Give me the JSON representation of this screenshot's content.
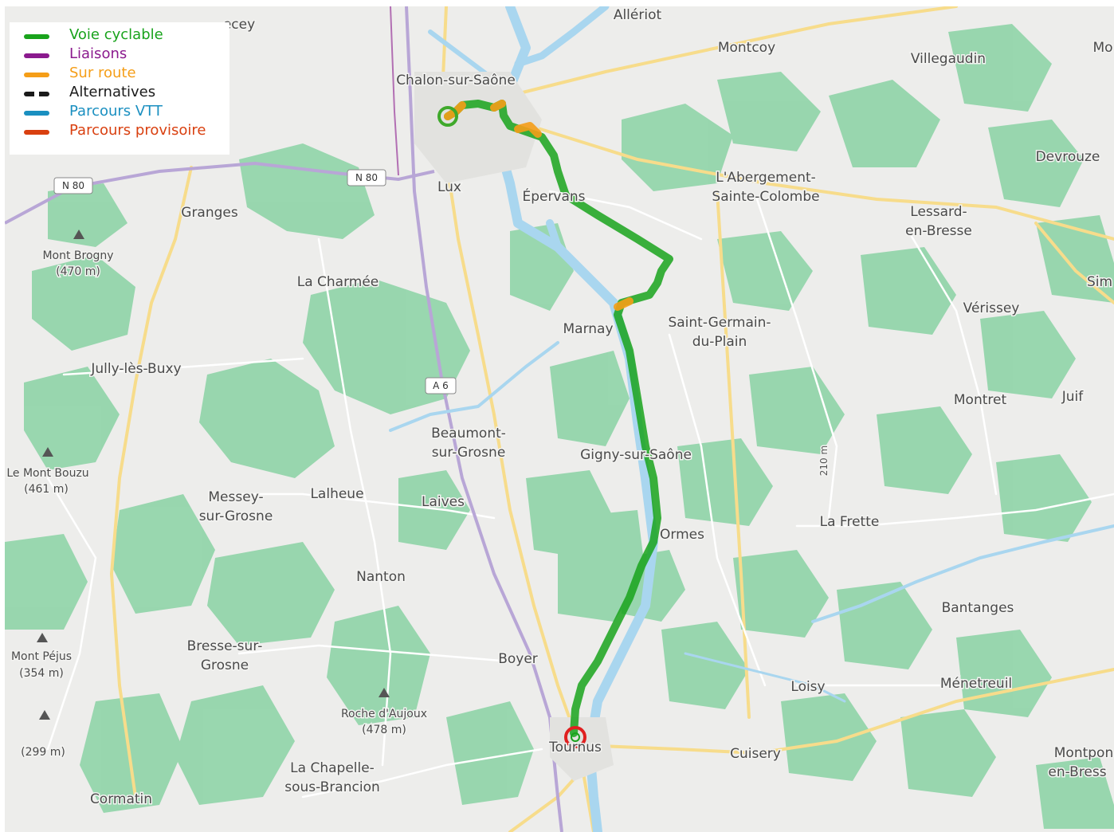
{
  "legend": [
    {
      "label": "Voie cyclable",
      "color": "#19a31c",
      "style": "solid"
    },
    {
      "label": "Liaisons",
      "color": "#8b1a8e",
      "style": "solid"
    },
    {
      "label": "Sur route",
      "color": "#f59e18",
      "style": "solid"
    },
    {
      "label": "Alternatives",
      "color": "#1a1a1a",
      "style": "dashed"
    },
    {
      "label": "Parcours VTT",
      "color": "#1a8fc0",
      "style": "solid"
    },
    {
      "label": "Parcours provisoire",
      "color": "#d94010",
      "style": "solid"
    }
  ],
  "places": {
    "alleriot": "Allériot",
    "ecey": "ecey",
    "montcoy": "Montcoy",
    "villegaudin": "Villegaudin",
    "mo": "Mo",
    "chalon": "Chalon-sur-Saône",
    "devrouze": "Devrouze",
    "abergement_1": "L'Abergement-",
    "abergement_2": "Sainte-Colombe",
    "lux": "Lux",
    "epervans": "Épervans",
    "lessard_1": "Lessard-",
    "lessard_2": "en-Bresse",
    "granges": "Granges",
    "la_charmee": "La Charmée",
    "sim": "Sim",
    "verissey": "Vérissey",
    "marnay": "Marnay",
    "st_germain_1": "Saint-Germain-",
    "st_germain_2": "du-Plain",
    "jully": "Jully-lès-Buxy",
    "montret": "Montret",
    "juif": "Juif",
    "beaumont_1": "Beaumont-",
    "beaumont_2": "sur-Grosne",
    "gigny": "Gigny-sur-Saône",
    "messey_1": "Messey-",
    "messey_2": "sur-Grosne",
    "lalheue": "Lalheue",
    "laives": "Laives",
    "la_frette": "La Frette",
    "ormes": "Ormes",
    "nanton": "Nanton",
    "bantanges": "Bantanges",
    "bresse_1": "Bresse-sur-",
    "bresse_2": "Grosne",
    "boyer": "Boyer",
    "loisy": "Loisy",
    "menetreuil": "Ménetreuil",
    "tournus": "Tournus",
    "cuisery": "Cuisery",
    "montpon_1": "Montpon",
    "montpon_2": "en-Bress",
    "la_chapelle_1": "La Chapelle-",
    "la_chapelle_2": "sous-Brancion",
    "cormatin": "Cormatin"
  },
  "peaks": {
    "brogny_name": "Mont Brogny",
    "brogny_alt": "(470 m)",
    "bouzu_name": "Le Mont Bouzu",
    "bouzu_alt": "(461 m)",
    "pejus_name": "Mont Péjus",
    "pejus_alt": "(354 m)",
    "unnamed_alt": "(299 m)",
    "aujoux_name": "Roche d'Aujoux",
    "aujoux_alt": "(478 m)"
  },
  "road_shields": {
    "n80_west": "N 80",
    "n80_east": "N 80",
    "a6": "A 6"
  },
  "altitude_label": "210 m",
  "colors": {
    "cycle_route": "#19a31c",
    "on_road": "#f59e18",
    "start_marker": "#3fa92b",
    "end_marker": "#e02020",
    "water": "#a9d6ef",
    "forest": "#8fd4a8",
    "main_road": "#f7dc8b",
    "motorway": "#b8a6d6",
    "link_road": "#8b1a8e"
  }
}
